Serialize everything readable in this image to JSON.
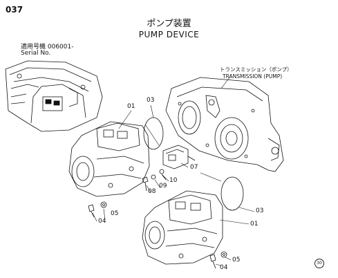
{
  "page_number": "037",
  "title_jp": "ポンプ装置",
  "title_en": "PUMP DEVICE",
  "serial_label_jp": "適用号機  006001-",
  "serial_label_en": "Serial No.",
  "transmission_label_jp": "トランスミッション（ポンプ）",
  "transmission_label_en": "TRANSMISSION (PUMP)",
  "callouts": {
    "c01_upper": "01",
    "c03_upper": "03",
    "c07": "07",
    "c10": "10",
    "c09": "09",
    "c08": "08",
    "c04_upper": "04",
    "c05_upper": "05",
    "c03_lower": "03",
    "c01_lower": "01",
    "c04_lower": "04",
    "c05_lower": "05"
  },
  "corner_mark": "30"
}
